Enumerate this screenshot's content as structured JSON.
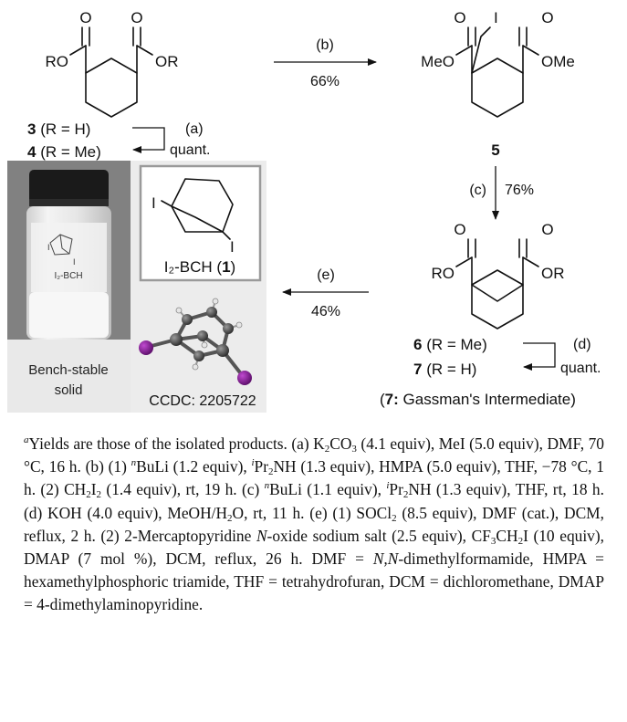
{
  "scheme": {
    "compound_3_4": {
      "ro_label": "RO",
      "or_label": "OR",
      "o_label": "O",
      "id_3": "3",
      "r_h": " (R = H)",
      "id_4": "4",
      "r_me": " (R = Me)",
      "step_a": "(a)",
      "step_a_yield": "quant."
    },
    "arrow_b": {
      "step": "(b)",
      "yield": "66%"
    },
    "compound_5": {
      "meo_label": "MeO",
      "ome_label": "OMe",
      "o_label": "O",
      "i_label": "I",
      "id": "5"
    },
    "arrow_c": {
      "step": "(c)",
      "yield": "76%"
    },
    "compound_6_7": {
      "ro_label": "RO",
      "or_label": "OR",
      "o_label": "O",
      "id_6": "6",
      "r_me": " (R = Me)",
      "id_7": "7",
      "r_h": " (R = H)",
      "step_d": "(d)",
      "step_d_yield": "quant.",
      "note_open": "(",
      "note_id": "7:",
      "note_text": " Gassman's Intermediate)"
    },
    "arrow_e": {
      "step": "(e)",
      "yield": "46%"
    },
    "photo": {
      "vial_label_i1": "I",
      "vial_label_i2": "I",
      "vial_label_text": "I₂-BCH",
      "caption_line1": "Bench-stable",
      "caption_line2": "solid"
    },
    "product_box": {
      "i_top": "I",
      "i_bottom": "I",
      "name": "I₂-BCH (",
      "id": "1",
      "name_close": ")"
    },
    "crystal": {
      "ccdc": "CCDC: 2205722"
    }
  },
  "footnote": {
    "mark": "a",
    "t1": "Yields are those of the isolated products. (a) K",
    "s1": "2",
    "t2": "CO",
    "s2": "3",
    "t3": " (4.1 equiv), MeI (5.0 equiv), DMF, 70 °C, 16 h. (b) (1) ",
    "p1": "n",
    "t4": "BuLi (1.2 equiv), ",
    "p2": "i",
    "t5": "Pr",
    "s3": "2",
    "t6": "NH (1.3 equiv), HMPA (5.0 equiv), THF, −78 °C, 1 h. (2) CH",
    "s4": "2",
    "t7": "I",
    "s5": "2",
    "t8": " (1.4 equiv), rt, 19 h. (c) ",
    "p3": "n",
    "t9": "BuLi (1.1 equiv), ",
    "p4": "i",
    "t10": "Pr",
    "s6": "2",
    "t11": "NH (1.3 equiv), THF, rt, 18 h. (d) KOH (4.0 equiv), MeOH/H",
    "s7": "2",
    "t12": "O, rt, 11 h. (e) (1) SOCl",
    "s8": "2",
    "t13": " (8.5 equiv), DMF (cat.), DCM, reflux, 2 h. (2) 2-Mercaptopyridine ",
    "i1": "N",
    "t14": "-oxide sodium salt (2.5 equiv), CF",
    "s9": "3",
    "t15": "CH",
    "s10": "2",
    "t16": "I (10 equiv), DMAP (7 mol %), DCM, reflux, 26 h. DMF = ",
    "i2": "N,N",
    "t17": "-dimethylformamide, HMPA = hexamethylphosphoric triamide, THF = tetrahydrofuran, DCM = dichloromethane, DMAP = 4-dimethylaminopyridine."
  }
}
